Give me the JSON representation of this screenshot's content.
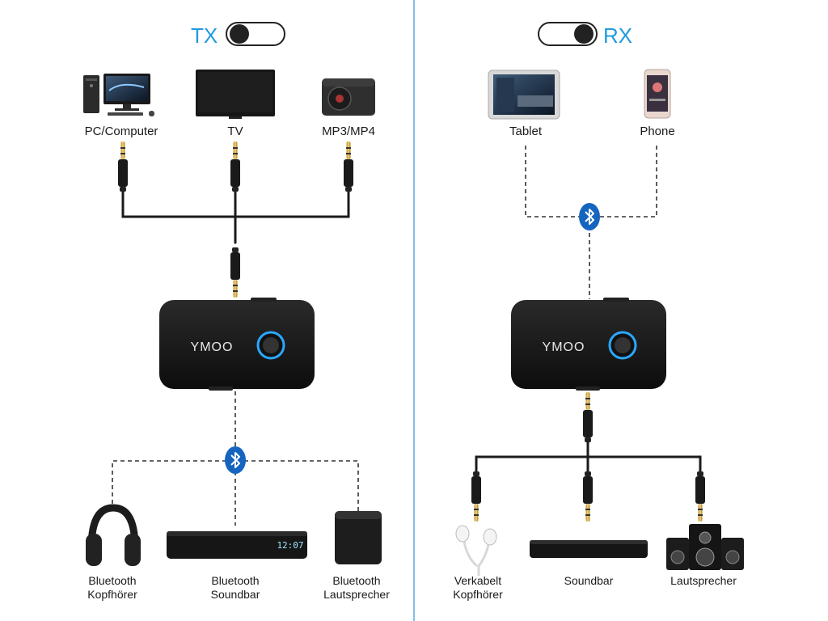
{
  "tx_panel": {
    "mode_label": "TX",
    "sources": [
      {
        "label": "PC/Computer",
        "icon": "desktop-computer-icon"
      },
      {
        "label": "TV",
        "icon": "tv-icon"
      },
      {
        "label": "MP3/MP4",
        "icon": "mp3-player-icon"
      }
    ],
    "device_brand": "YMOO",
    "outputs": [
      {
        "line1": "Bluetooth",
        "line2": "Kopfhörer",
        "icon": "headphones-icon"
      },
      {
        "line1": "Bluetooth",
        "line2": "Soundbar",
        "icon": "soundbar-icon"
      },
      {
        "line1": "Bluetooth",
        "line2": "Lautsprecher",
        "icon": "speaker-icon"
      }
    ],
    "soundbar_clock": "12:07"
  },
  "rx_panel": {
    "mode_label": "RX",
    "sources": [
      {
        "label": "Tablet",
        "icon": "tablet-icon"
      },
      {
        "label": "Phone",
        "icon": "phone-icon"
      }
    ],
    "device_brand": "YMOO",
    "outputs": [
      {
        "line1": "Verkabelt",
        "line2": "Kopfhörer",
        "icon": "wired-earphones-icon"
      },
      {
        "line1": "Soundbar",
        "line2": "",
        "icon": "soundbar-icon"
      },
      {
        "line1": "Lautsprecher",
        "line2": "",
        "icon": "speaker-system-icon"
      }
    ]
  },
  "colors": {
    "accent": "#1f9be0",
    "divider": "#5aa9e6",
    "bluetooth": "#1565c0",
    "device": "#111111"
  }
}
